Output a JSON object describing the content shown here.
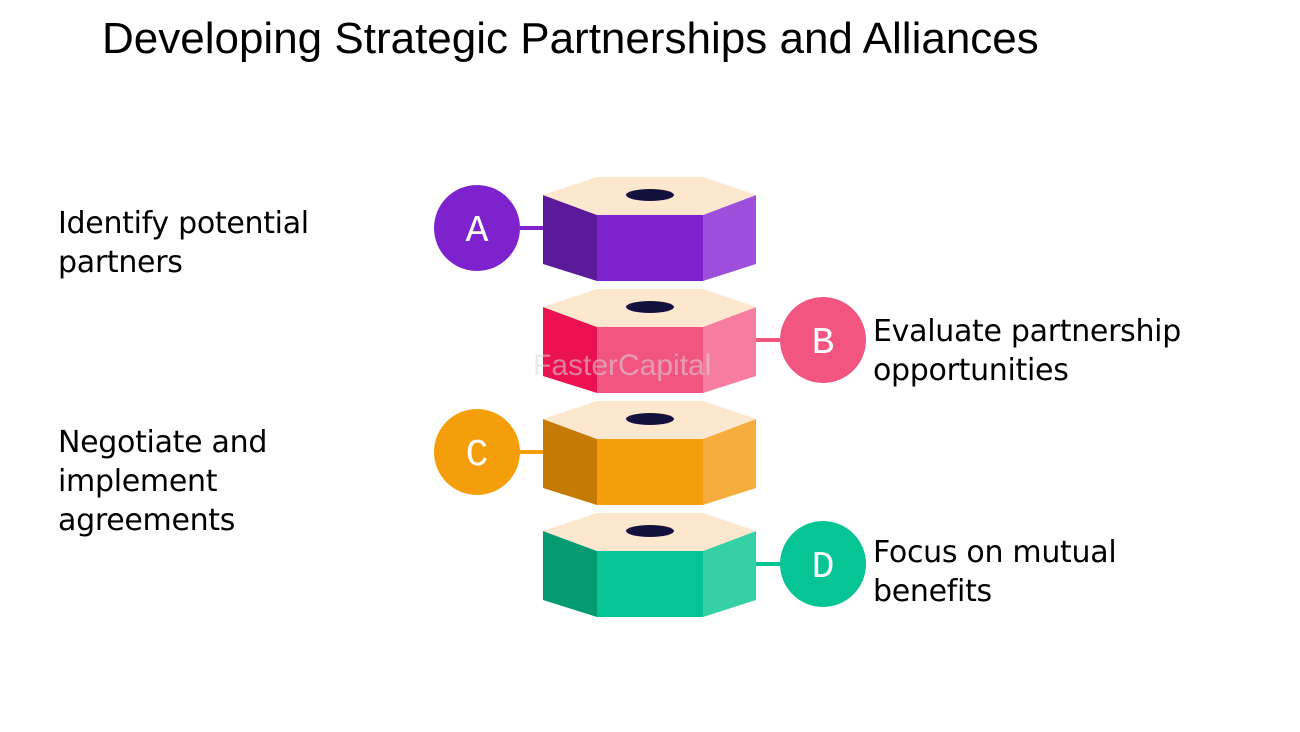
{
  "title": "Developing Strategic Partnerships and Alliances",
  "watermark": "FasterCapital",
  "steps": [
    {
      "letter": "A",
      "side": "left",
      "lines": [
        "Identify potential",
        "partners"
      ],
      "colors": {
        "front": "#7e22ce",
        "left": "#5b1a9a",
        "right": "#9d4fdb",
        "top": "#fde7ce",
        "hole": "#14113d"
      }
    },
    {
      "letter": "B",
      "side": "right",
      "lines": [
        "Evaluate partnership",
        "opportunities"
      ],
      "colors": {
        "front": "#f2557f",
        "left": "#ec1150",
        "right": "#f67da0",
        "top": "#fde7ce",
        "hole": "#14113d"
      }
    },
    {
      "letter": "C",
      "side": "left",
      "lines": [
        "Negotiate and",
        "implement",
        "agreements"
      ],
      "colors": {
        "front": "#f59e0b",
        "left": "#c57a06",
        "right": "#f5ae3d",
        "top": "#fde7ce",
        "hole": "#14113d"
      }
    },
    {
      "letter": "D",
      "side": "right",
      "lines": [
        "Focus on mutual",
        "benefits"
      ],
      "colors": {
        "front": "#06c493",
        "left": "#049a72",
        "right": "#35d0a6",
        "top": "#fde7ce",
        "hole": "#14113d"
      }
    }
  ]
}
